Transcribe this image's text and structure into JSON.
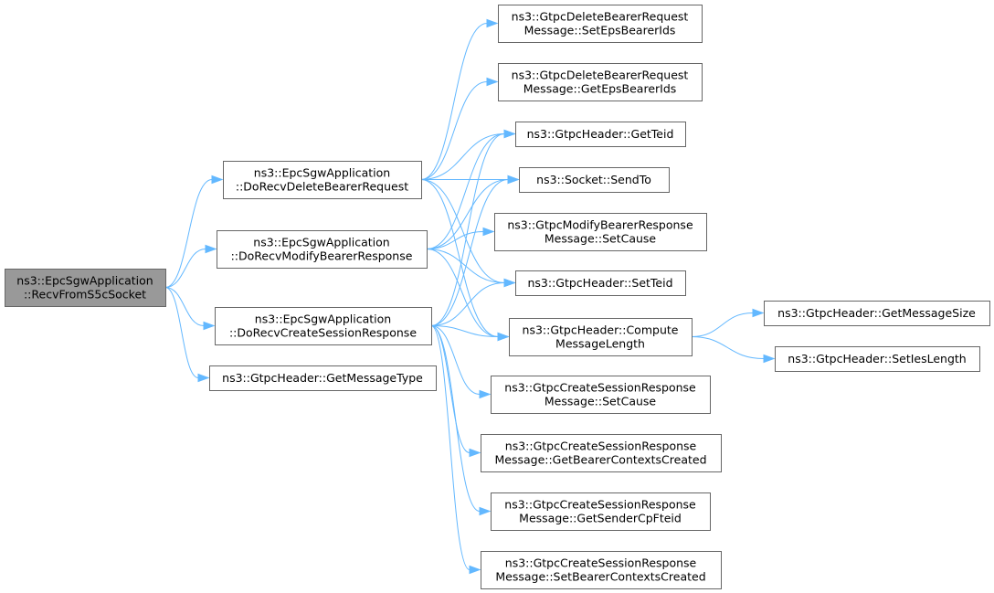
{
  "colors": {
    "edge": "#63b8ff",
    "root_fill": "#999999",
    "node_border": "#666666"
  },
  "nodes": [
    {
      "id": "recv",
      "name": "node-recv-from-s5c-socket",
      "root": true,
      "lines": [
        "ns3::EpcSgwApplication",
        "::RecvFromS5cSocket"
      ]
    },
    {
      "id": "drdbr",
      "name": "node-do-recv-delete-bearer-request",
      "lines": [
        "ns3::EpcSgwApplication",
        "::DoRecvDeleteBearerRequest"
      ]
    },
    {
      "id": "drmbr",
      "name": "node-do-recv-modify-bearer-response",
      "lines": [
        "ns3::EpcSgwApplication",
        "::DoRecvModifyBearerResponse"
      ]
    },
    {
      "id": "drcsr",
      "name": "node-do-recv-create-session-response",
      "lines": [
        "ns3::EpcSgwApplication",
        "::DoRecvCreateSessionResponse"
      ]
    },
    {
      "id": "gmt",
      "name": "node-gtpc-header-get-message-type",
      "lines": [
        "ns3::GtpcHeader::GetMessageType"
      ]
    },
    {
      "id": "dset",
      "name": "node-delete-bearer-set-eps-bearer-ids",
      "lines": [
        "ns3::GtpcDeleteBearerRequest",
        "Message::SetEpsBearerIds"
      ]
    },
    {
      "id": "dget",
      "name": "node-delete-bearer-get-eps-bearer-ids",
      "lines": [
        "ns3::GtpcDeleteBearerRequest",
        "Message::GetEpsBearerIds"
      ]
    },
    {
      "id": "getteid",
      "name": "node-gtpc-header-get-teid",
      "lines": [
        "ns3::GtpcHeader::GetTeid"
      ]
    },
    {
      "id": "sendto",
      "name": "node-socket-send-to",
      "lines": [
        "ns3::Socket::SendTo"
      ]
    },
    {
      "id": "mbsc",
      "name": "node-modify-bearer-response-set-cause",
      "lines": [
        "ns3::GtpcModifyBearerResponse",
        "Message::SetCause"
      ]
    },
    {
      "id": "setteid",
      "name": "node-gtpc-header-set-teid",
      "lines": [
        "ns3::GtpcHeader::SetTeid"
      ]
    },
    {
      "id": "cml",
      "name": "node-gtpc-header-compute-message-length",
      "lines": [
        "ns3::GtpcHeader::Compute",
        "MessageLength"
      ]
    },
    {
      "id": "gms",
      "name": "node-gtpc-header-get-message-size",
      "lines": [
        "ns3::GtpcHeader::GetMessageSize"
      ]
    },
    {
      "id": "sil",
      "name": "node-gtpc-header-set-ies-length",
      "lines": [
        "ns3::GtpcHeader::SetIesLength"
      ]
    },
    {
      "id": "cssc",
      "name": "node-create-session-response-set-cause",
      "lines": [
        "ns3::GtpcCreateSessionResponse",
        "Message::SetCause"
      ]
    },
    {
      "id": "csgbc",
      "name": "node-create-session-response-get-bearer-contexts-created",
      "lines": [
        "ns3::GtpcCreateSessionResponse",
        "Message::GetBearerContextsCreated"
      ]
    },
    {
      "id": "csgsc",
      "name": "node-create-session-response-get-sender-cp-fteid",
      "lines": [
        "ns3::GtpcCreateSessionResponse",
        "Message::GetSenderCpFteid"
      ]
    },
    {
      "id": "cssbc",
      "name": "node-create-session-response-set-bearer-contexts-created",
      "lines": [
        "ns3::GtpcCreateSessionResponse",
        "Message::SetBearerContextsCreated"
      ]
    }
  ],
  "edges": [
    [
      "recv",
      "drdbr"
    ],
    [
      "recv",
      "drmbr"
    ],
    [
      "recv",
      "drcsr"
    ],
    [
      "recv",
      "gmt"
    ],
    [
      "drdbr",
      "dset"
    ],
    [
      "drdbr",
      "dget"
    ],
    [
      "drdbr",
      "getteid"
    ],
    [
      "drdbr",
      "sendto"
    ],
    [
      "drdbr",
      "setteid"
    ],
    [
      "drdbr",
      "cml"
    ],
    [
      "drmbr",
      "getteid"
    ],
    [
      "drmbr",
      "sendto"
    ],
    [
      "drmbr",
      "mbsc"
    ],
    [
      "drmbr",
      "setteid"
    ],
    [
      "drmbr",
      "cml"
    ],
    [
      "drcsr",
      "getteid"
    ],
    [
      "drcsr",
      "sendto"
    ],
    [
      "drcsr",
      "setteid"
    ],
    [
      "drcsr",
      "cml"
    ],
    [
      "drcsr",
      "cssc"
    ],
    [
      "drcsr",
      "csgbc"
    ],
    [
      "drcsr",
      "csgsc"
    ],
    [
      "drcsr",
      "cssbc"
    ],
    [
      "cml",
      "gms"
    ],
    [
      "cml",
      "sil"
    ]
  ]
}
